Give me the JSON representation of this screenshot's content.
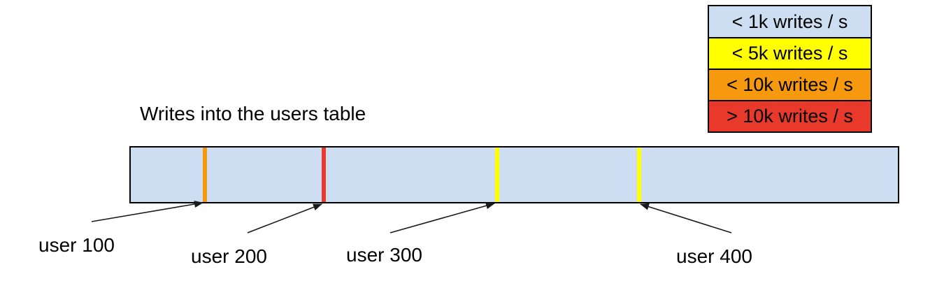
{
  "title": "Writes into the users table",
  "bar": {
    "fill": "#cdddf2",
    "border": "#000000"
  },
  "legend": {
    "items": [
      {
        "label": "< 1k writes / s",
        "color": "#cdddf2"
      },
      {
        "label": "< 5k writes / s",
        "color": "#ffff00"
      },
      {
        "label": "< 10k writes / s",
        "color": "#f6990e"
      },
      {
        "label": "> 10k writes / s",
        "color": "#e8392b"
      }
    ]
  },
  "markers": [
    {
      "label": "user 100",
      "color": "#f6990e"
    },
    {
      "label": "user 200",
      "color": "#e8392b"
    },
    {
      "label": "user 300",
      "color": "#ffff00"
    },
    {
      "label": "user 400",
      "color": "#ffff00"
    }
  ],
  "arrow_color": "#1a1a1a"
}
